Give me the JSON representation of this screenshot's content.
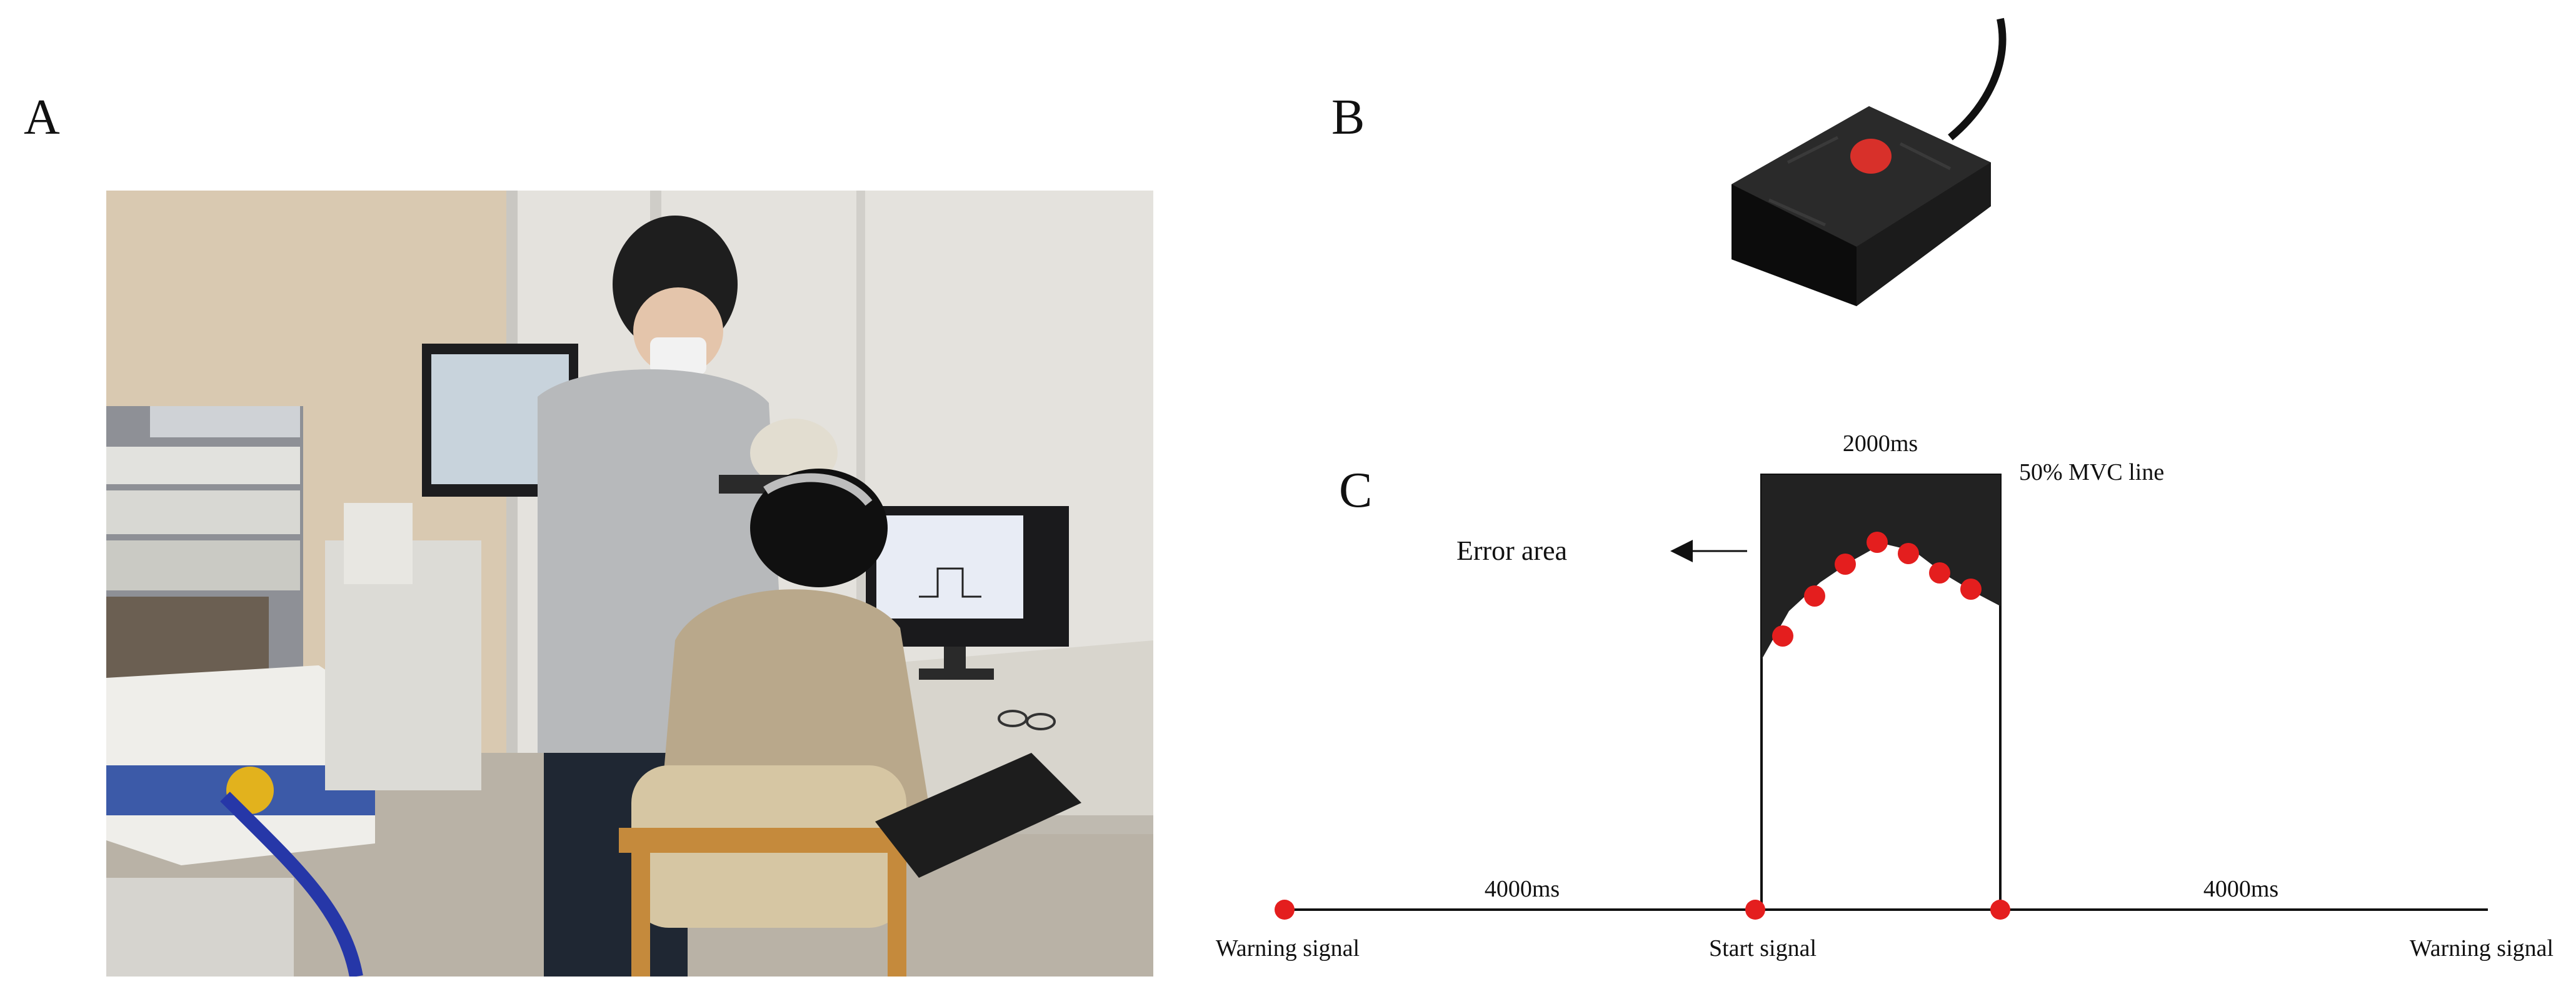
{
  "panels": {
    "a": {
      "letter": "A"
    },
    "b": {
      "letter": "B"
    },
    "c": {
      "letter": "C",
      "block_duration": "2000ms",
      "threshold_label": "50% MVC line",
      "error_label": "Error area",
      "left_interval": "4000ms",
      "right_interval": "4000ms",
      "events": {
        "left": "Warning signal",
        "start": "Start signal",
        "right": "Warning signal"
      }
    }
  }
}
